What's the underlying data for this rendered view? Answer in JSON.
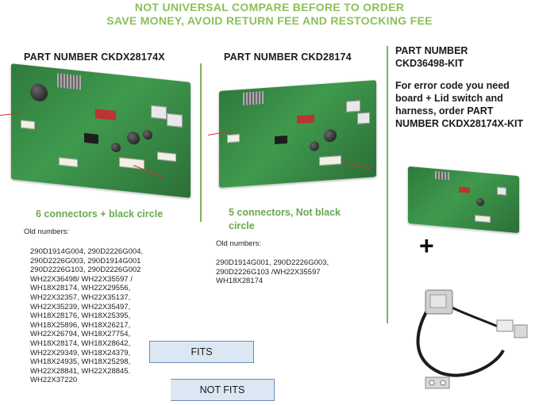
{
  "banner": {
    "line1": "NOT UNIVERSAL COMPARE BEFORE TO ORDER",
    "line2": "SAVE MONEY, AVOID  RETURN FEE AND RESTOCKING FEE"
  },
  "columns": {
    "left": {
      "title": "PART NUMBER CKDX28174X",
      "note": "6 connectors + black circle",
      "old_label": "Old numbers:",
      "old_lines": [
        "290D1914G004, 290D2226G004,",
        "290D2226G003, 290D1914G001",
        "290D2226G103, 290D2226G002",
        " WH22X36498/ WH22X35597 /",
        "WH18X28174, WH22X29556,",
        "WH22X32357, WH22X35137,",
        "WH22X35239, WH22X35497,",
        "WH18X28176, WH18X25395,",
        "WH18X25896, WH18X26217,",
        "WH22X26794, WH18X27754,",
        "WH18X28174, WH18X28642,",
        "WH22X29349, WH18X24379,",
        "WH18X24935, WH18X25298,",
        "WH22X28841, WH22X28845.",
        "WH22X37220"
      ]
    },
    "middle": {
      "title": "PART NUMBER CKD28174",
      "note_line1": "5 connectors, Not black",
      "note_line2": "circle",
      "old_label": "Old numbers:",
      "old_lines": [
        "290D1914G001, 290D2226G003,",
        "290D2226G103 /WH22X35597",
        "WH18X28174"
      ]
    },
    "right": {
      "lines": [
        "PART NUMBER",
        "CKD36498-KIT",
        "",
        "For error code you need",
        "board + Lid switch and",
        "harness, order PART",
        "NUMBER CKDX28174X-KIT"
      ],
      "plus": "+"
    }
  },
  "arrows": {
    "fits": "FITS",
    "not_fits": "NOT FITS"
  },
  "colors": {
    "banner_green": "#8cc05a",
    "note_green": "#6aa84f",
    "arrow_fill": "#dbe7f3",
    "arrow_border": "#6a8fb5"
  }
}
